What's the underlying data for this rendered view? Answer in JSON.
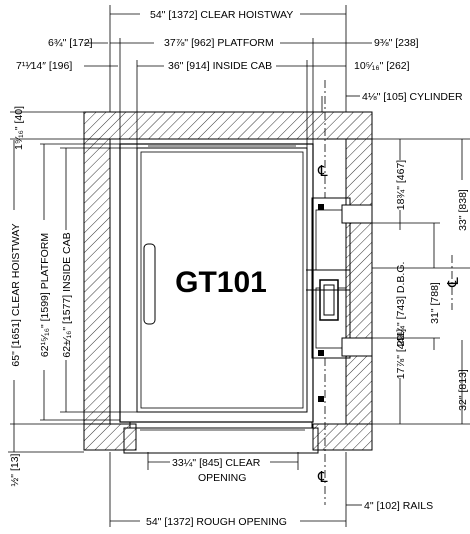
{
  "title": "GT101",
  "top_dims": {
    "clear_hoistway": "54\" [1372] CLEAR HOISTWAY",
    "left_6_3_4": "6¾\" [172]",
    "platform": "37⅞\" [962] PLATFORM",
    "right_9_3_8": "9⅜\" [238]",
    "left_7_11_16": "7¹¹⁄14″ [196]",
    "inside_cab": "36\" [914] INSIDE CAB",
    "right_10_5_16": "10⁵⁄₁₆\" [262]",
    "cylinder": "4⅛\" [105] CYLINDER"
  },
  "left_dims": {
    "top_gap": "1⁹⁄₁₆\" [40]",
    "clear_hoistway": "65\" [1651] CLEAR HOISTWAY",
    "platform": "62¹⁵⁄₁₆\" [1599] PLATFORM",
    "inside_cab": "62±⁄₁₆\" [1577] INSIDE CAB",
    "sill_gap": "½\" [13]"
  },
  "right_dims": {
    "top": "18¾\" [467]",
    "dbg": "29¼\" [743] D.B.G.",
    "rail_span": "31\" [788]",
    "bottom": "17⅞\" [441]",
    "right_top": "33\" [838]",
    "right_bottom": "32\" [813]",
    "centerline": "℄"
  },
  "bottom_dims": {
    "clear_opening": "33¼\" [845] CLEAR",
    "opening_word": "OPENING",
    "rails": "4\" [102] RAILS",
    "rough_opening": "54\" [1372] ROUGH OPENING"
  }
}
